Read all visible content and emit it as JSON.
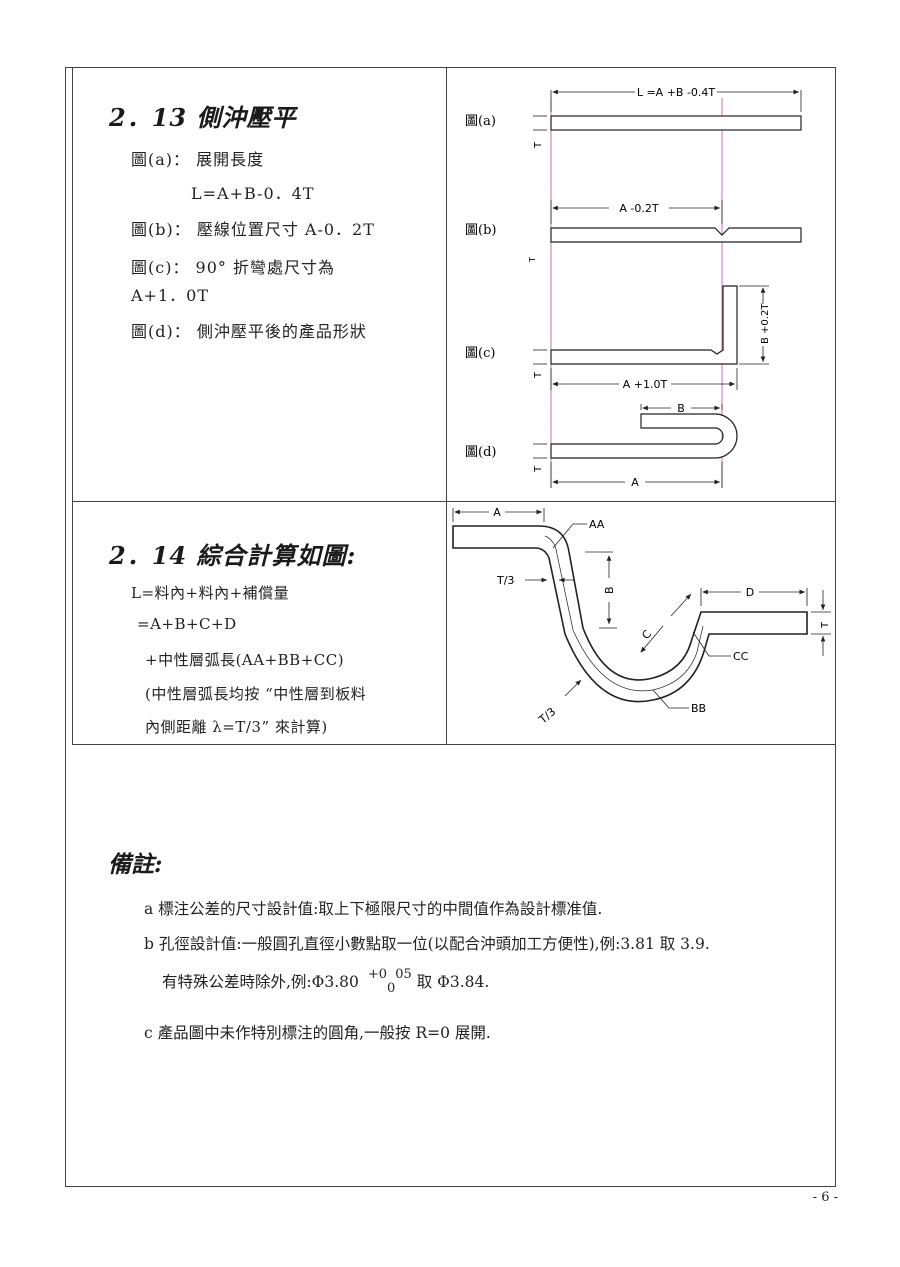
{
  "sec213": {
    "title": "2．13 側沖壓平",
    "l1": "圖(a)： 展開長度",
    "l2": "L=A+B-0．4T",
    "l3": "圖(b)： 壓線位置尺寸  A-0．2T",
    "l4": "圖(c)： 90° 折彎處尺寸為",
    "l5": "A+1．0T",
    "l6": "圖(d)： 側沖壓平後的產品形狀"
  },
  "fig213": {
    "a": "圖(a)",
    "b": "圖(b)",
    "c": "圖(c)",
    "d": "圖(d)",
    "dim_total": "L =A +B -0.4T",
    "dim_a02": "A -0.2T",
    "dim_a10": "A +1.0T",
    "dim_b02": "B +0.2T",
    "dim_b": "B",
    "dim_a": "A",
    "t": "T"
  },
  "sec214": {
    "title": "2．14 綜合計算如圖:",
    "l1": "L=料內+料內+補償量",
    "l2": "=A+B+C+D",
    "l3": "+中性層弧長(AA+BB+CC)",
    "l4": "(中性層弧長均按 “中性層到板料",
    "l5": "內側距離 λ=T/3” 來計算)"
  },
  "fig214": {
    "A": "A",
    "AA": "AA",
    "B": "B",
    "C": "C",
    "D": "D",
    "CC": "CC",
    "BB": "BB",
    "T": "T",
    "T3a": "T/3",
    "T3b": "T/3"
  },
  "notes": {
    "title": "備註:",
    "a": "a 標注公差的尺寸設計值:取上下極限尺寸的中間值作為設計標准值.",
    "b": "b 孔徑設計值:一般圓孔直徑小數點取一位(以配合沖頭加工方便性),例:3.81 取 3.9.",
    "b2_pre": "有特殊公差時除外,例:Φ3.80",
    "b2_sup": "+0",
    "b2_sub": "0",
    "b2_sup2": "05",
    "b2_post": "取 Φ3.84.",
    "c": "c  產品圖中未作特別標注的圓角,一般按 R=0 展開."
  },
  "page": "- 6 -"
}
